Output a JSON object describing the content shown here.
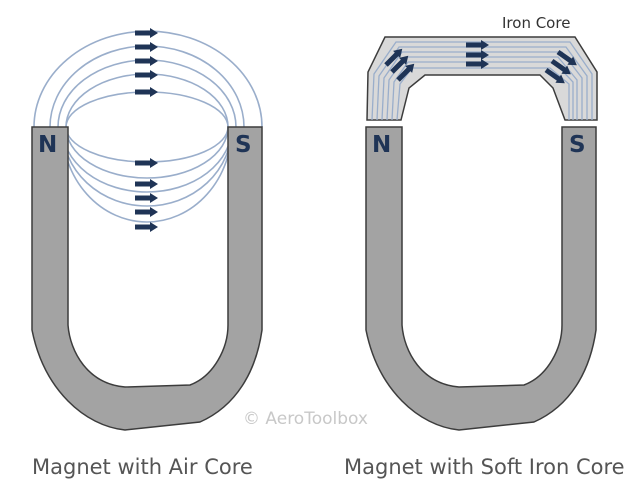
{
  "left": {
    "caption": "Magnet with Air Core",
    "north": "N",
    "south": "S"
  },
  "right": {
    "caption": "Magnet with Soft Iron Core",
    "north": "N",
    "south": "S",
    "core_label": "Iron Core"
  },
  "watermark": "© AeroToolbox",
  "colors": {
    "magnet": "#a3a3a3",
    "outline": "#3c3c3c",
    "field": "#9aaecb",
    "arrow": "#1f3456",
    "core": "#d9d9d9"
  }
}
